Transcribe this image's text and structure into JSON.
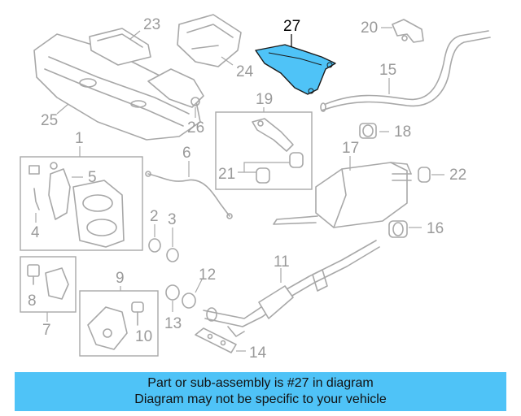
{
  "diagram": {
    "highlight_part": "27",
    "highlight_color": "#4fc3f7",
    "callouts": [
      "1",
      "2",
      "3",
      "4",
      "5",
      "6",
      "7",
      "8",
      "9",
      "10",
      "11",
      "12",
      "13",
      "14",
      "15",
      "16",
      "17",
      "18",
      "19",
      "20",
      "21",
      "22",
      "23",
      "24",
      "25",
      "26",
      "27"
    ]
  },
  "banner": {
    "line1": "Part or sub-assembly is #27 in diagram",
    "line2": "Diagram may not be specific to your vehicle",
    "background": "#4fc3f7"
  }
}
